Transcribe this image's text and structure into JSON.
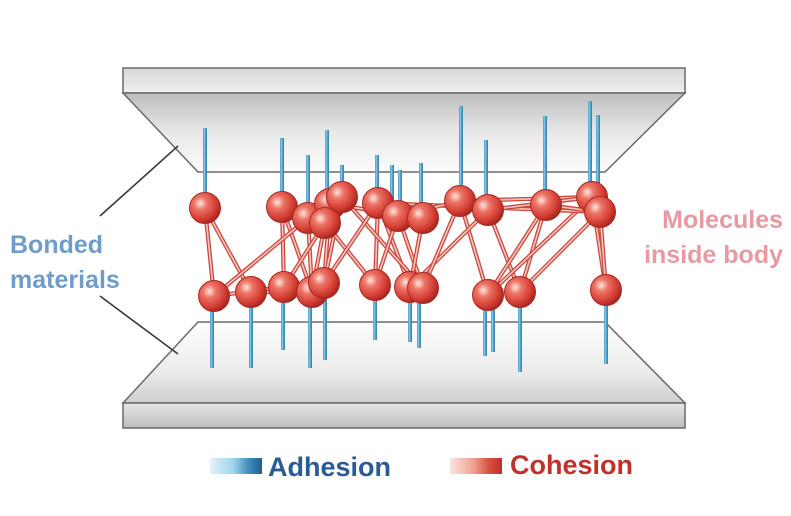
{
  "labels": {
    "bonded": [
      "Bonded",
      "materials"
    ],
    "molecules": [
      "Molecules",
      "inside body"
    ]
  },
  "legend": {
    "adhesion": "Adhesion",
    "cohesion": "Cohesion"
  },
  "colors": {
    "bonded_label": "#6f9cc8",
    "molecules_label": "#e79aa2",
    "adhesion_text": "#2a5b92",
    "cohesion_text": "#c0312b",
    "rod": "#7cc0e2",
    "molecule": "#d9463c",
    "bond": "#e9857c",
    "plate_light": "#f6f6f6",
    "plate_dark": "#c9c9c9",
    "plate_edge": "#6a6a6a"
  }
}
